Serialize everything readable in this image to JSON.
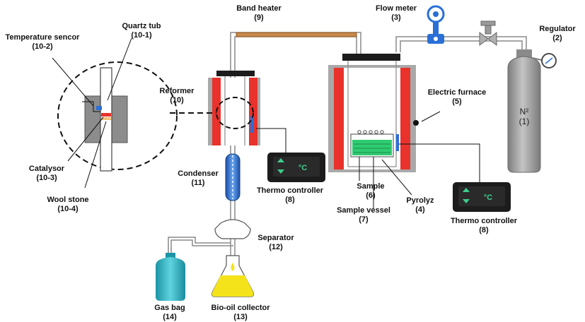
{
  "labels": {
    "band_heater": "Band heater",
    "band_heater_num": "(9)",
    "flow_meter": "Flow meter",
    "flow_meter_num": "(3)",
    "regulator": "Regulator",
    "regulator_num": "(2)",
    "quartz_tub": "Quartz tub",
    "quartz_tub_num": "(10-1)",
    "temperature_sensor": "Temperature sencor",
    "temperature_sensor_num": "(10-2)",
    "reformer": "Reformer",
    "reformer_num": "(10)",
    "electric_furnace": "Electric furnace",
    "electric_furnace_num": "(5)",
    "n2": "N²",
    "n2_num": "(1)",
    "catalysor": "Catalysor",
    "catalysor_num": "(10-3)",
    "wool_stone": "Wool stone",
    "wool_stone_num": "(10-4)",
    "condenser": "Condenser",
    "condenser_num": "(11)",
    "thermo_controller_left": "Thermo controller",
    "thermo_controller_left_num": "(8)",
    "sample": "Sample",
    "sample_num": "(6)",
    "pyrolyz": "Pyrolyz",
    "pyrolyz_num": "(4)",
    "sample_vessel": "Sample vessel",
    "sample_vessel_num": "(7)",
    "thermo_controller_right": "Thermo controller",
    "thermo_controller_right_num": "(8)",
    "separator": "Separator",
    "separator_num": "(12)",
    "gas_bag": "Gas bag",
    "gas_bag_num": "(14)",
    "bio_oil_collector": "Bio-oil collector",
    "bio_oil_collector_num": "(13)"
  },
  "displays": {
    "controller_unit": "°C"
  },
  "colors": {
    "heater_red": "#e8322b",
    "insulation_gray": "#a9a9a9",
    "lid_black": "#1c1c1c",
    "band_heater": "#c8884b",
    "cylinder": "#9a9a9a",
    "gas_bag": "#2ab6c6",
    "bio_oil": "#f4e31b",
    "sample_green": "#2ecc71",
    "condenser_blue": "#2a6fd6",
    "display_green": "#3fcf8e"
  }
}
